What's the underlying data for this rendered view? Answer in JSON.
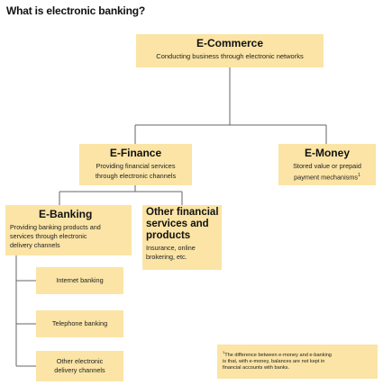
{
  "title": "What is electronic banking?",
  "ecommerce": {
    "heading": "E-Commerce",
    "description": "Conducting business through electronic networks"
  },
  "efinance": {
    "heading": "E-Finance",
    "description_line1": "Providing financial services",
    "description_line2": "through electronic channels"
  },
  "emoney": {
    "heading": "E-Money",
    "description_line1": "Stored value or prepaid",
    "description_line2": "payment mechanisms",
    "footnote_mark": "1"
  },
  "ebanking": {
    "heading": "E-Banking",
    "description_line1": "Providing banking products and",
    "description_line2": "services through electronic",
    "description_line3": "delivery channels"
  },
  "other_financial": {
    "heading_line1": "Other financial",
    "heading_line2": "services and",
    "heading_line3": "products",
    "description_line1": "Insurance, online",
    "description_line2": "brokering, etc."
  },
  "channels": {
    "internet": "Internet banking",
    "telephone": "Telephone banking",
    "other_line1": "Other electronic",
    "other_line2": "delivery channels"
  },
  "footnote": {
    "mark": "1",
    "line1": "The difference between e-money and e-banking",
    "line2": "is that, with e-money, balances are not kept in",
    "line3": "financial accounts with banks."
  },
  "colors": {
    "box_fill": "#fbe4a5",
    "connector": "#666666"
  }
}
